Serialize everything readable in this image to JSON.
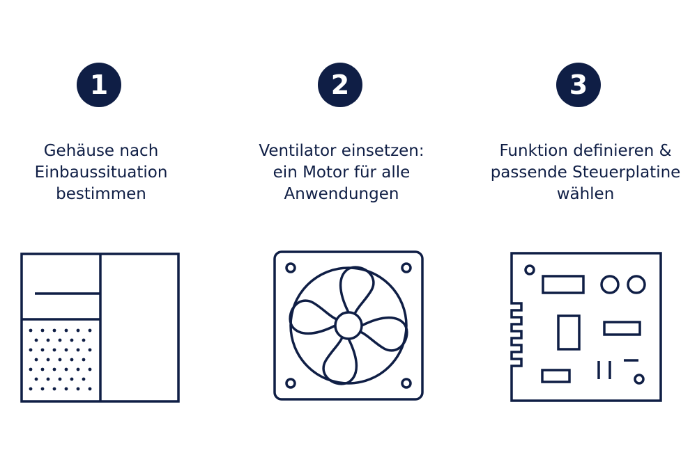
{
  "colors": {
    "ink": "#0f1e45",
    "background": "#ffffff"
  },
  "steps": [
    {
      "number": "1",
      "caption_lines": [
        "Gehäuse nach",
        "Einbaussituation",
        "bestimmen"
      ],
      "icon": "housing-icon"
    },
    {
      "number": "2",
      "caption_lines": [
        "Ventilator einsetzen:",
        "ein Motor für alle",
        "Anwendungen"
      ],
      "icon": "fan-icon"
    },
    {
      "number": "3",
      "caption_lines": [
        "Funktion definieren &",
        "passende Steuerplatine",
        "wählen"
      ],
      "icon": "circuit-board-icon"
    }
  ]
}
